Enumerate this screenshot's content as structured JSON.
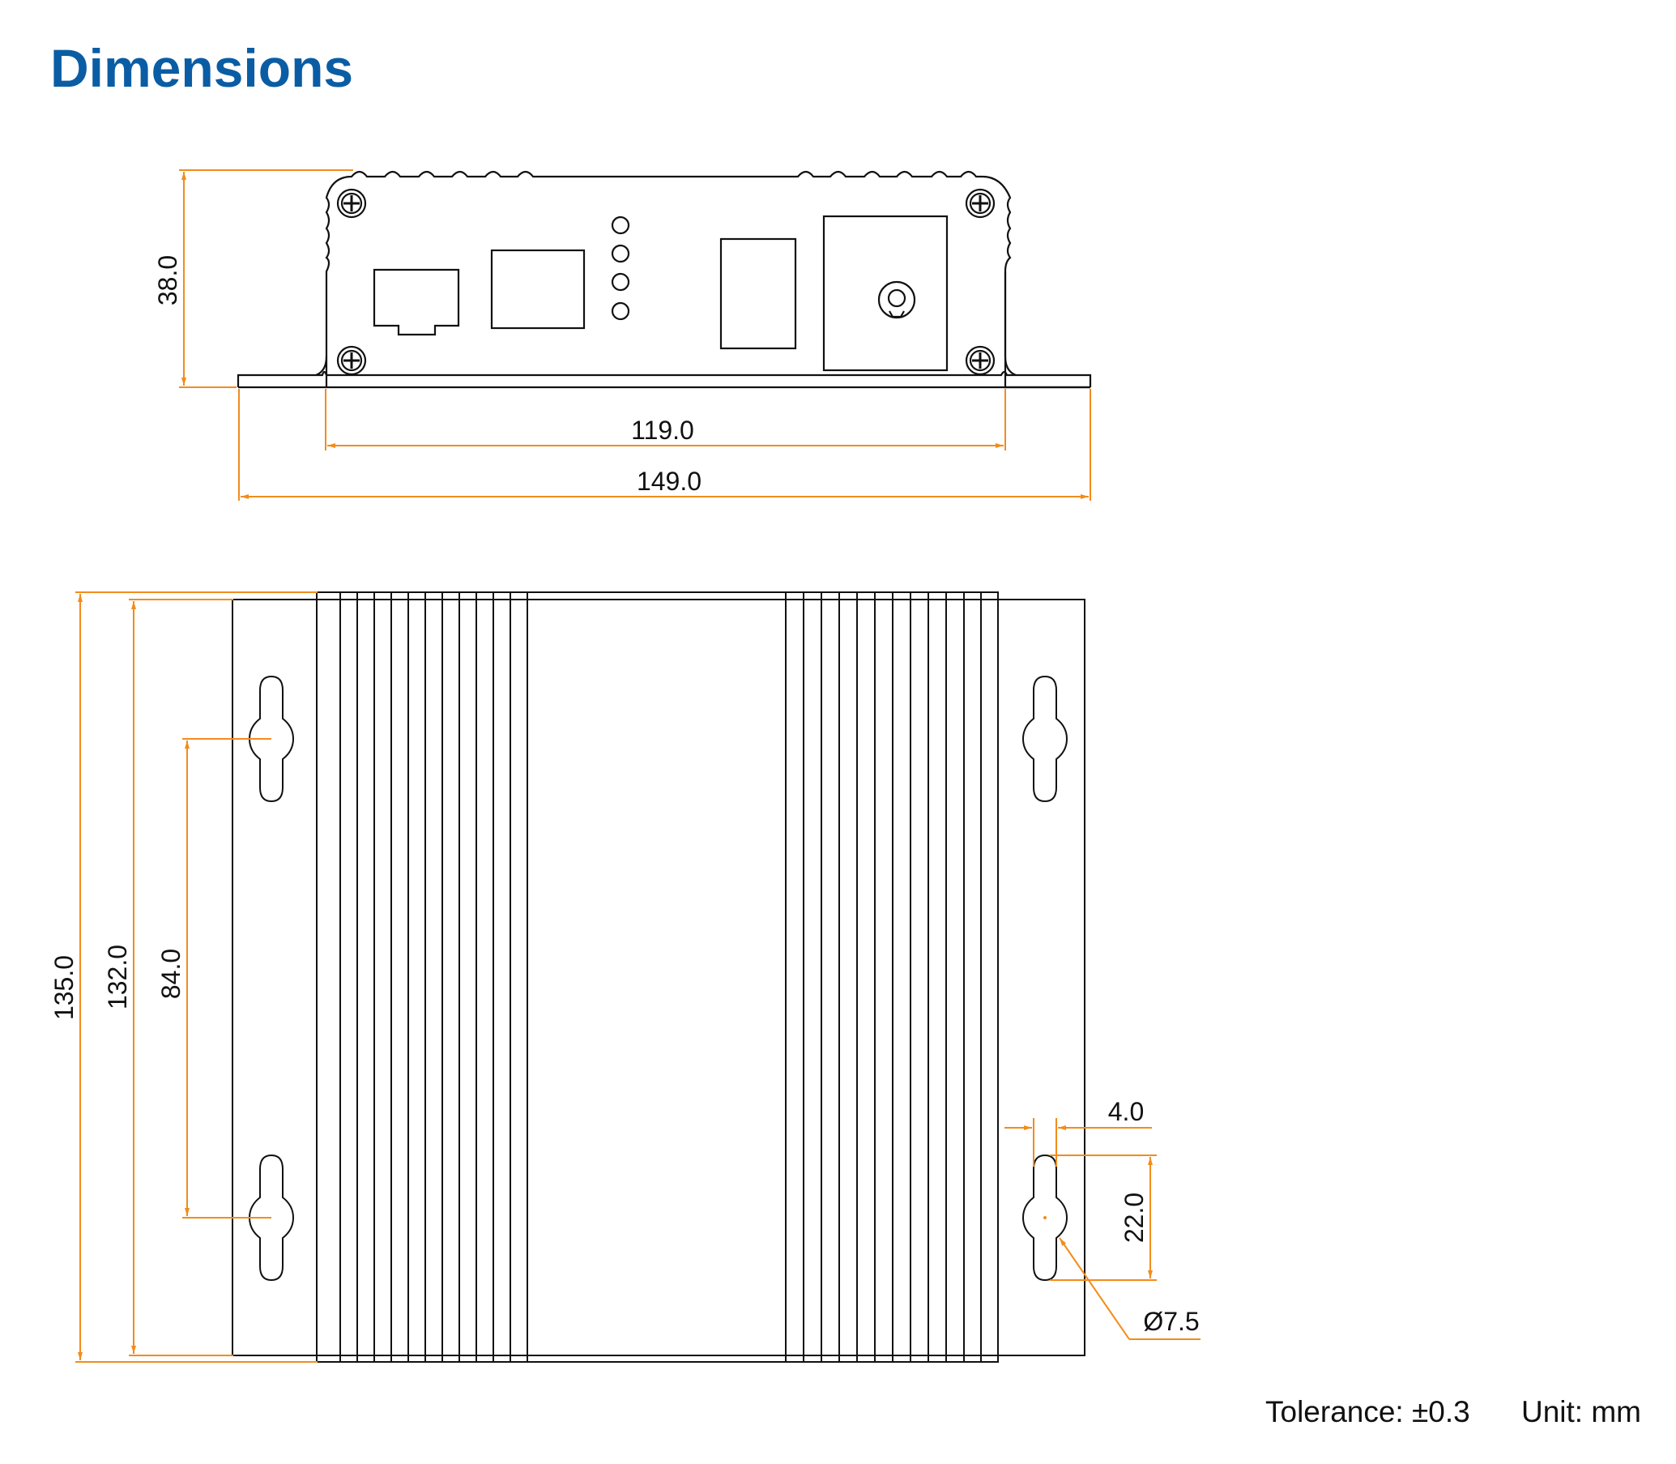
{
  "title": "Dimensions",
  "colors": {
    "title": "#0a5da4",
    "outline": "#111111",
    "dimension": "#f28c1c"
  },
  "dimensions": {
    "height": "38.0",
    "inner_width": "119.0",
    "outer_width": "149.0",
    "overall_length": "135.0",
    "body_length": "132.0",
    "hole_spacing": "84.0",
    "slot_width": "4.0",
    "slot_length": "22.0",
    "hole_diameter": "Ø7.5"
  },
  "footer": {
    "tolerance": "Tolerance: ±0.3",
    "unit": "Unit: mm"
  }
}
